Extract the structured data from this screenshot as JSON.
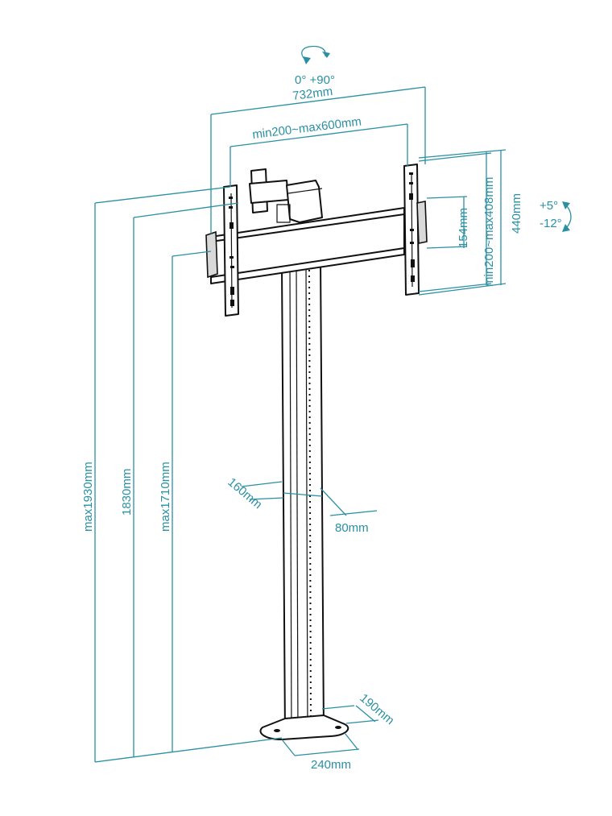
{
  "labels": {
    "rotation": "0°  +90°",
    "width_total": "732mm",
    "width_range": "min200~max600mm",
    "height_bracket": "154mm",
    "height_range": "min200~max408mm",
    "height_total": "440mm",
    "tilt_up": "+5°",
    "tilt_down": "-12°",
    "height_max": "max1930mm",
    "height_mid": "1830mm",
    "height_min": "max1710mm",
    "column_depth": "160mm",
    "column_width": "80mm",
    "base_depth": "190mm",
    "base_width": "240mm"
  },
  "colors": {
    "dimension": "#2a8fa3",
    "drawing": "#111111"
  }
}
